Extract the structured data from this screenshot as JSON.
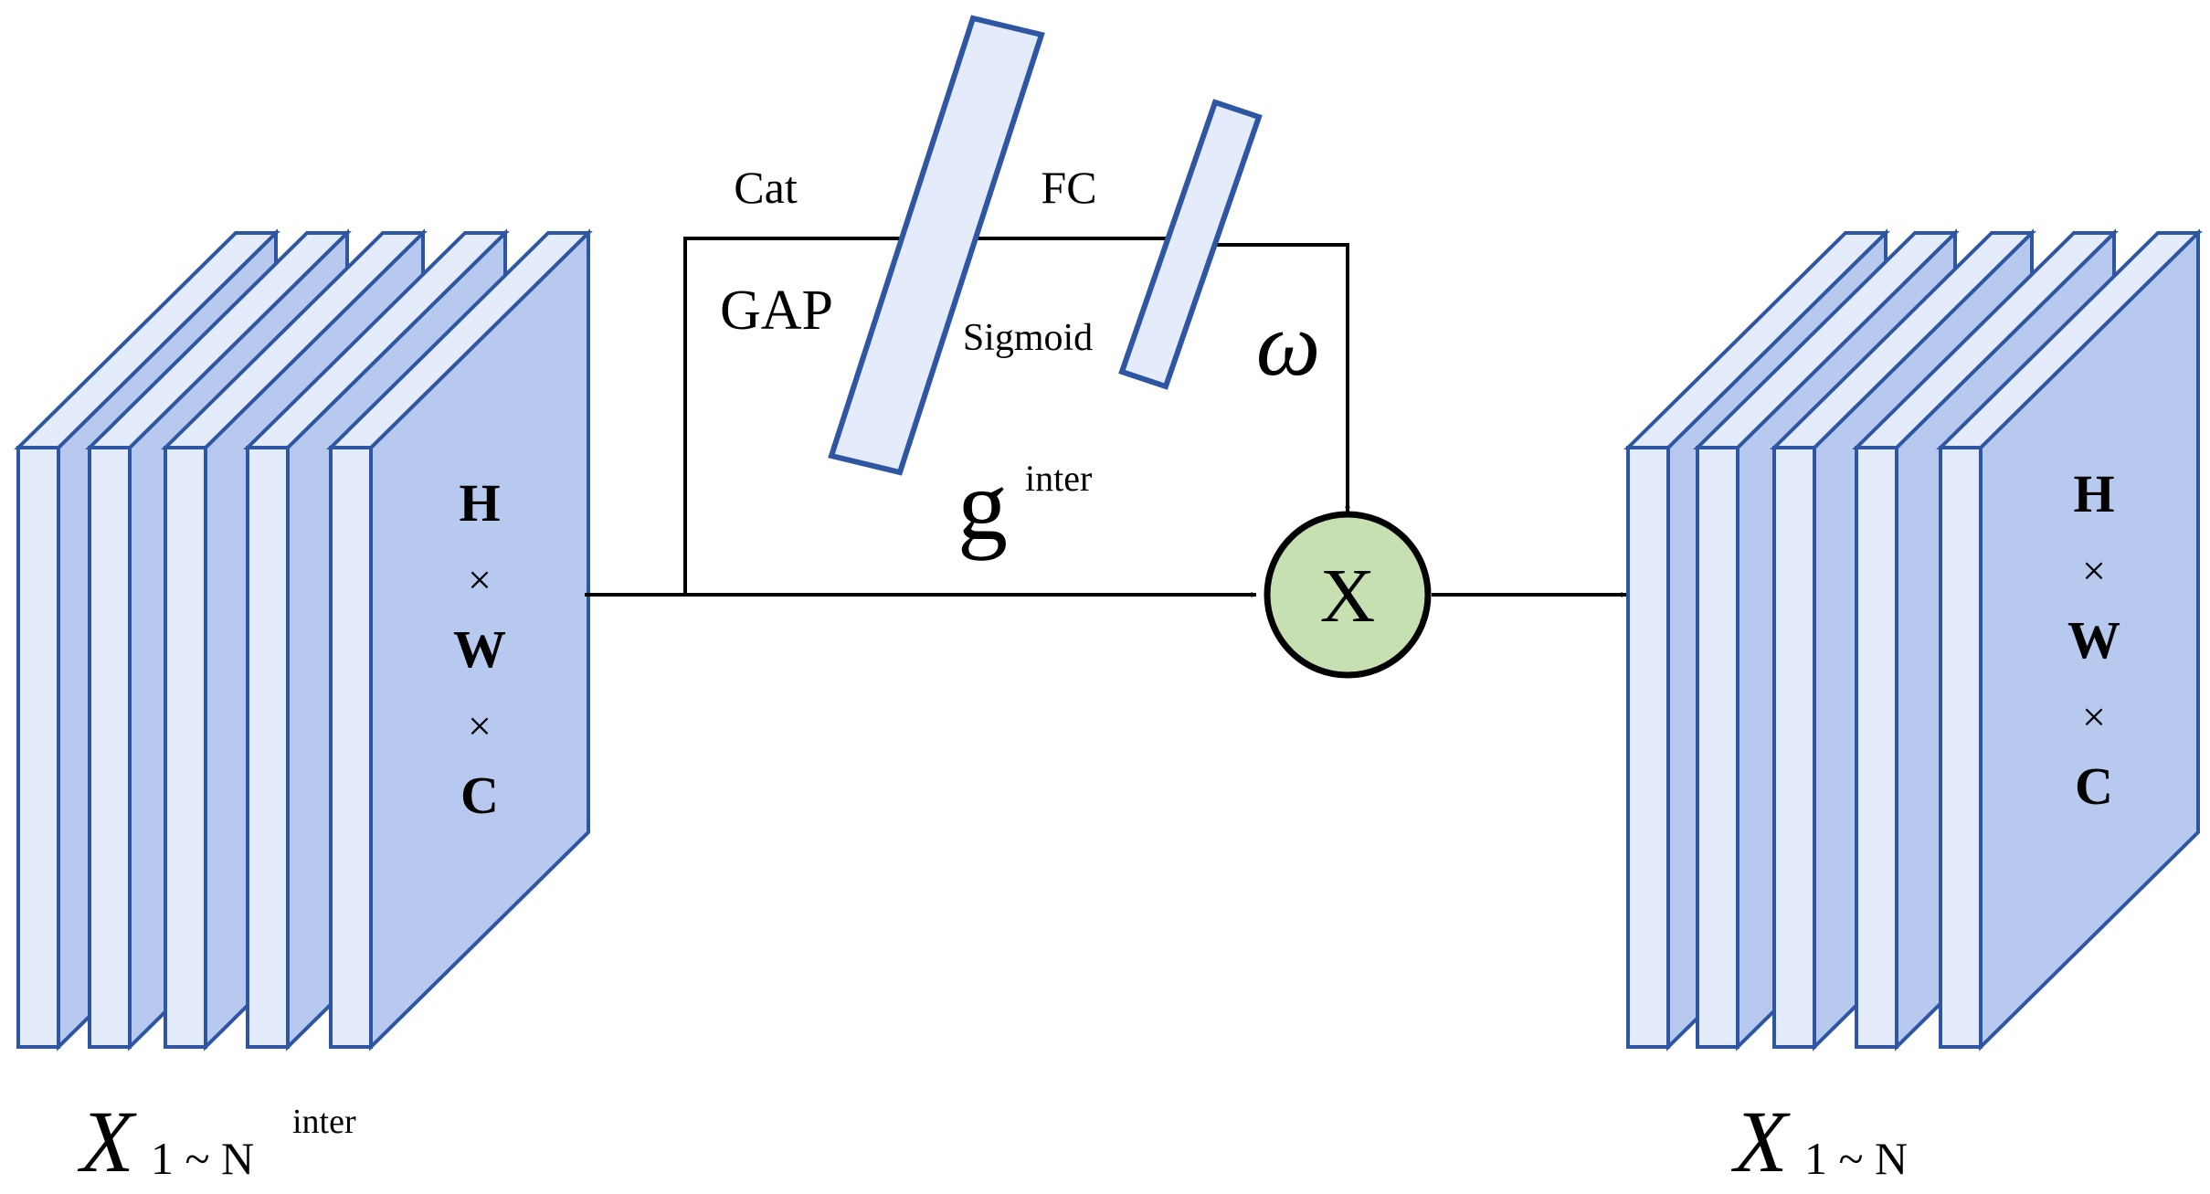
{
  "colors": {
    "stroke": "#2f56a3",
    "front_face": "#e4ebfb",
    "side_face": "#b7c9ee",
    "multiply_fill": "#c7e0b1",
    "line": "#000000"
  },
  "left_stack": {
    "dims": {
      "h": "H",
      "x1": "×",
      "w": "W",
      "x2": "×",
      "c": "C"
    },
    "caption": {
      "base": "X",
      "sub": "1 ~ N",
      "sup": "inter"
    }
  },
  "right_stack": {
    "dims": {
      "h": "H",
      "x1": "×",
      "w": "W",
      "x2": "×",
      "c": "C"
    },
    "caption": {
      "base": "X",
      "sub": "1 ~ N"
    }
  },
  "labels": {
    "cat": "Cat",
    "gap": "GAP",
    "fc": "FC",
    "sigmoid": "Sigmoid",
    "omega": "ω",
    "g": "g",
    "g_sup": "inter",
    "multiply": "X"
  }
}
